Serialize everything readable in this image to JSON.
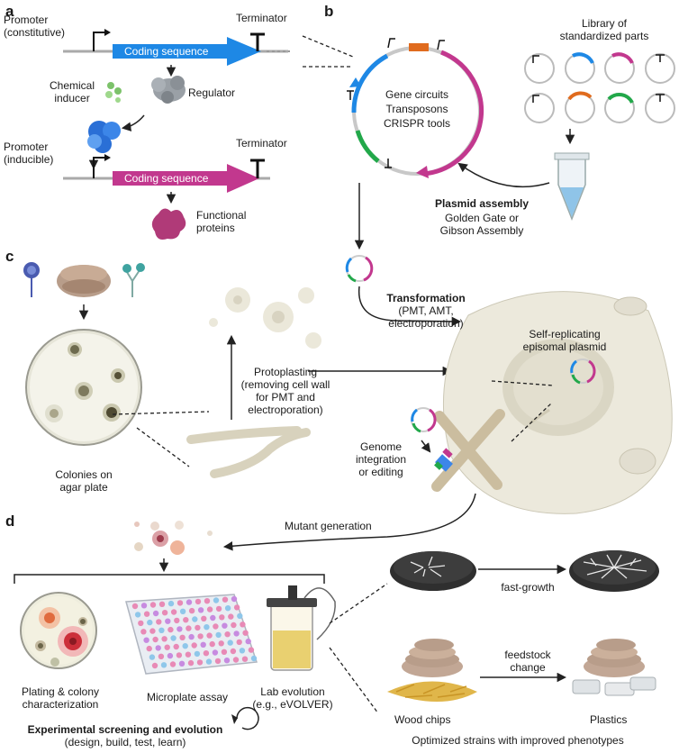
{
  "panels": {
    "a": "a",
    "b": "b",
    "c": "c",
    "d": "d"
  },
  "panel_a": {
    "promoter_constitutive": "Promoter\n(constitutive)",
    "terminator_top": "Terminator",
    "coding_sequence_top": "Coding sequence",
    "chemical_inducer": "Chemical\ninducer",
    "regulator": "Regulator",
    "promoter_inducible": "Promoter\n(inducible)",
    "terminator_bottom": "Terminator",
    "coding_sequence_bottom": "Coding sequence",
    "functional_proteins": "Functional\nproteins",
    "colors": {
      "blue": "#1e88e5",
      "magenta": "#c2388e"
    }
  },
  "panel_b": {
    "plasmid_contents": "Gene circuits\nTransposons\nCRISPR tools",
    "library": "Library of\nstandardized parts",
    "assembly_title": "Plasmid assembly",
    "assembly_methods": "Golden Gate or\nGibson Assembly"
  },
  "panel_c": {
    "transformation_title": "Transformation",
    "transformation_methods": "(PMT, AMT,\nelectroporation)",
    "self_replicating": "Self-replicating\nepisomal plasmid",
    "protoplasting": "Protoplasting\n(removing cell wall\nfor PMT and\nelectroporation)",
    "colonies": "Colonies on\nagar plate",
    "genome_integration": "Genome\nintegration\nor editing",
    "mutant_generation": "Mutant generation"
  },
  "panel_d": {
    "plating": "Plating & colony\ncharacterization",
    "microplate": "Microplate assay",
    "lab_evolution": "Lab evolution\n(e.g., eVOLVER)",
    "screening_title": "Experimental screening and evolution",
    "screening_sub": "(design, build, test, learn)",
    "fast_growth": "fast-growth",
    "feedstock": "feedstock\nchange",
    "wood_chips": "Wood chips",
    "plastics": "Plastics",
    "optimized": "Optimized strains with improved phenotypes"
  }
}
